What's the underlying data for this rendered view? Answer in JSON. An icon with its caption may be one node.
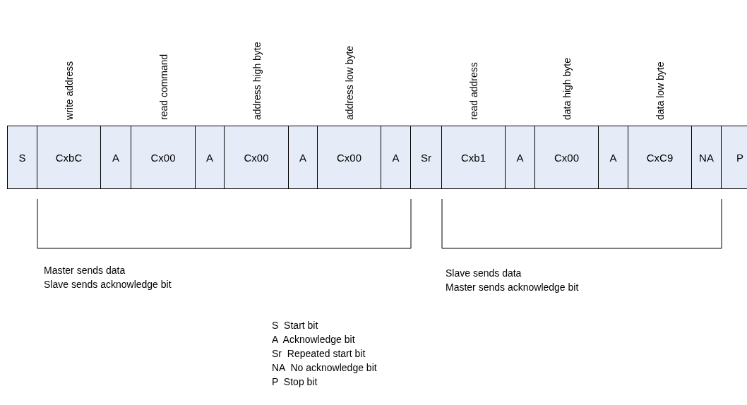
{
  "diagram": {
    "nodes": [
      {
        "text": [
          "S"
        ]
      },
      {
        "text": [
          "CxbC"
        ],
        "beside": [
          "write address"
        ]
      },
      {
        "text": [
          "A"
        ]
      },
      {
        "text": [
          "Cx00"
        ],
        "beside": [
          "read command"
        ]
      },
      {
        "text": [
          "A"
        ]
      },
      {
        "text": [
          "Cx00"
        ],
        "beside": [
          "address high byte"
        ]
      },
      {
        "text": [
          "A"
        ]
      },
      {
        "text": [
          "Cx00"
        ],
        "beside": [
          "address low byte"
        ]
      },
      {
        "text": [
          "A"
        ]
      },
      {
        "text": [
          "Sr"
        ]
      },
      {
        "text": [
          "Cxb1"
        ],
        "beside": [
          "read address"
        ]
      },
      {
        "text": [
          "A"
        ]
      },
      {
        "text": [
          "Cx00"
        ],
        "beside": [
          "data high byte"
        ]
      },
      {
        "text": [
          "A"
        ]
      },
      {
        "text": [
          "CxC9"
        ],
        "beside": [
          "data low byte"
        ]
      },
      {
        "text": [
          "NA"
        ]
      },
      {
        "text": [
          "P"
        ]
      }
    ],
    "labels": [
      "Master sends data",
      "Slave sends acknowledge bit",
      "Slave sends data",
      "Master sends acknowledge bit",
      "S  Start bit",
      "A  Acknowledge bit",
      "Sr  Repeated start bit",
      "NA  No acknowledge bit",
      "P  Stop bit"
    ]
  }
}
